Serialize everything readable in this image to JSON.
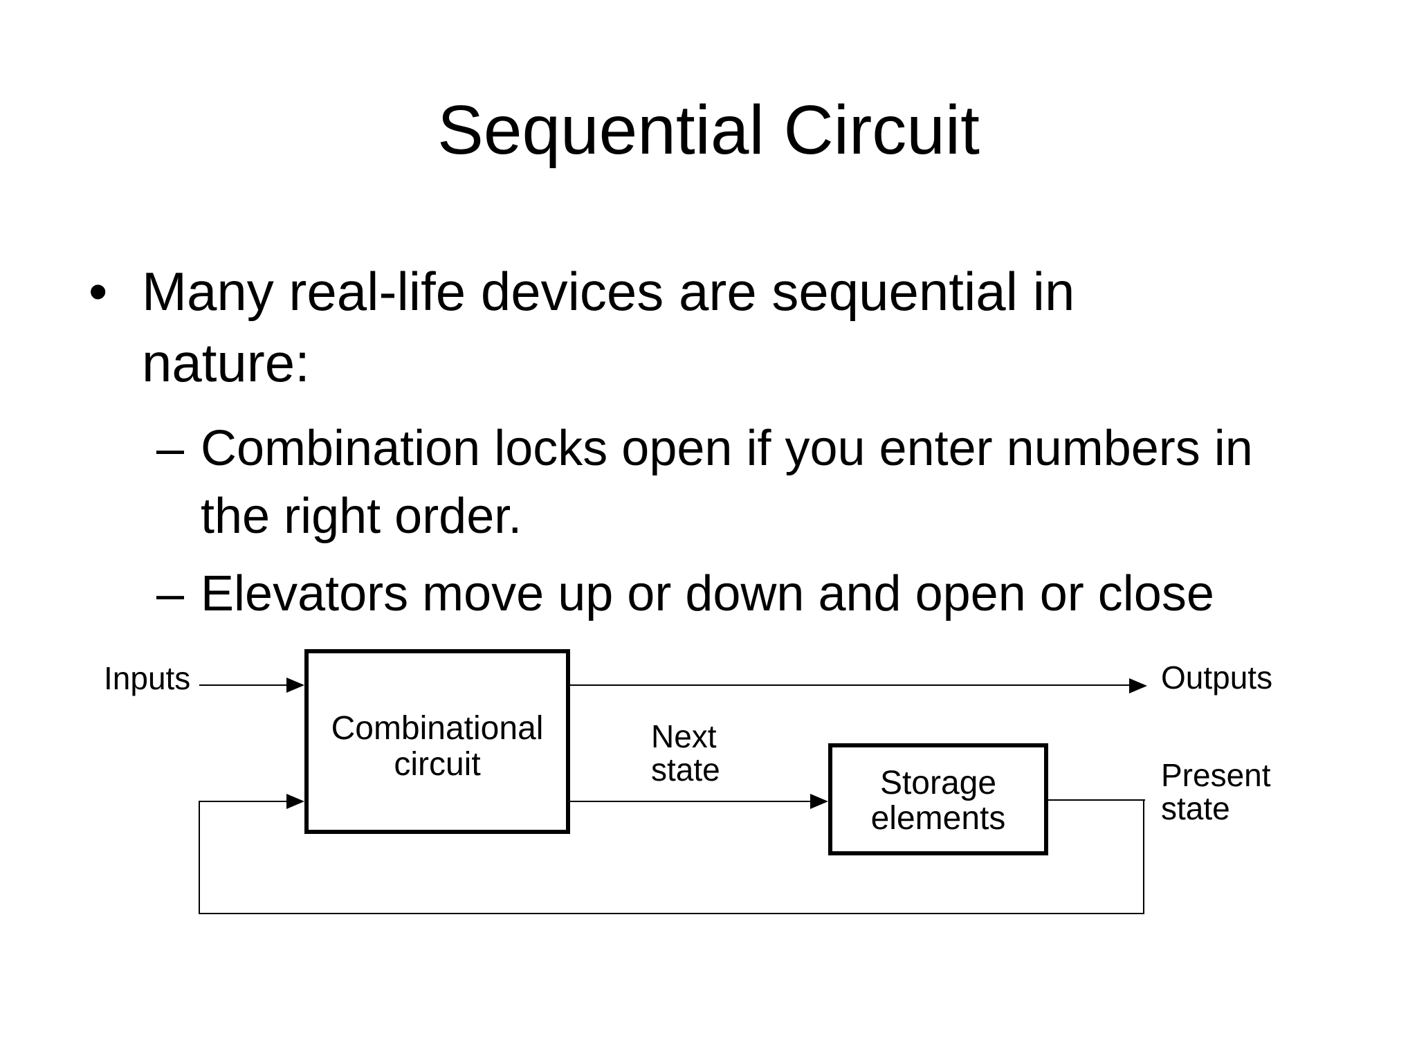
{
  "slide": {
    "title": "Sequential Circuit",
    "bullets": [
      {
        "level": 1,
        "marker": "•",
        "lines": [
          "Many real-life devices are sequential in",
          "nature:"
        ]
      },
      {
        "level": 2,
        "marker": "–",
        "lines": [
          "Combination locks open if you enter numbers in",
          "the right order."
        ]
      },
      {
        "level": 2,
        "marker": "–",
        "lines": [
          "Elevators move up or down and open or close"
        ]
      }
    ]
  },
  "diagram": {
    "labels": {
      "inputs": "Inputs",
      "outputs": "Outputs",
      "next_state": "Next state",
      "present_state": "Present state"
    },
    "boxes": {
      "combinational": "Combinational circuit",
      "storage": "Storage elements"
    },
    "colors": {
      "background": "#ffffff",
      "text": "#000000",
      "line": "#000000"
    }
  }
}
